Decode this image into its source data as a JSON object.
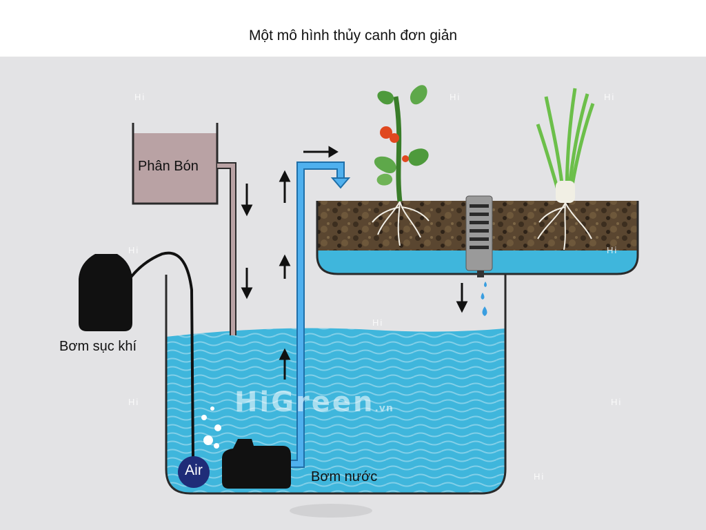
{
  "title": "Một mô hình thủy canh đơn giản",
  "labels": {
    "fertilizer": "Phân Bón",
    "air_pump": "Bơm sục khí",
    "water_pump": "Bơm nước",
    "air_stone": "Air"
  },
  "watermark": {
    "brand": "HiGreen",
    "brand_suffix": ".vn",
    "small": "Hi",
    "vertical": "HiGreen.vn"
  },
  "colors": {
    "water": "#3fb6dc",
    "pipe": "#3a9ee0",
    "fertilizer": "#b9a2a4",
    "soil": "#4a3a28",
    "pump": "#111111",
    "air_stone": "#1f2c78"
  }
}
